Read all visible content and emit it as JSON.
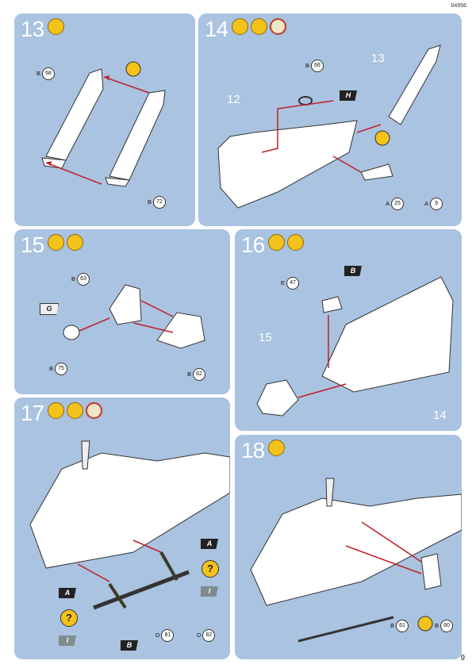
{
  "header": {
    "code": "04956"
  },
  "footer": {
    "page_number": "9"
  },
  "steps": [
    {
      "number": "13",
      "parts": [
        {
          "sprue": "B",
          "num": "68"
        },
        {
          "sprue": "B",
          "num": "72"
        }
      ]
    },
    {
      "number": "14",
      "callout": "12",
      "callout2": "13",
      "flag": "H",
      "parts": [
        {
          "sprue": "B",
          "num": "66"
        },
        {
          "sprue": "A",
          "num": "25"
        },
        {
          "sprue": "A",
          "num": "9"
        }
      ]
    },
    {
      "number": "15",
      "flag": "G",
      "parts": [
        {
          "sprue": "B",
          "num": "63"
        },
        {
          "sprue": "B",
          "num": "75"
        },
        {
          "sprue": "B",
          "num": "62"
        }
      ]
    },
    {
      "number": "16",
      "callout": "15",
      "callout2": "14",
      "flag": "B",
      "parts": [
        {
          "sprue": "E",
          "num": "47"
        }
      ]
    },
    {
      "number": "17",
      "flag_a": "A",
      "flag_i": "I",
      "flag_b": "B",
      "question": "?",
      "parts": [
        {
          "sprue": "D",
          "num": "81"
        },
        {
          "sprue": "D",
          "num": "82"
        }
      ]
    },
    {
      "number": "18",
      "parts": [
        {
          "sprue": "B",
          "num": "61"
        },
        {
          "sprue": "B",
          "num": "60"
        }
      ]
    }
  ],
  "icon_names": [
    "glue-icon",
    "paint-brush-icon",
    "clock-icon",
    "mirror-parts-icon"
  ]
}
